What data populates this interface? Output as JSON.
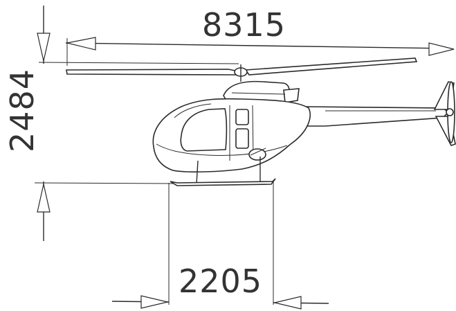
{
  "dimensions": {
    "overall_length": "8315",
    "height": "2484",
    "skid_length": "2205"
  }
}
